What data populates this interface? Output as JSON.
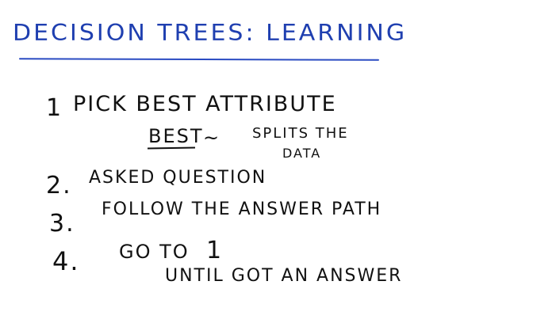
{
  "title": "Decision Trees: Learning",
  "steps": [
    {
      "number": "1",
      "text": "Pick Best Attribute"
    },
    {
      "number": "2.",
      "text": "Asked Question"
    },
    {
      "number": "3.",
      "text": "Follow the Answer Path"
    },
    {
      "number": "4.",
      "text": "Go to",
      "target": "1"
    }
  ],
  "note": {
    "best": "Best",
    "tilde": "~",
    "splits": "Splits the",
    "data": "Data"
  },
  "until": "Until Got an Answer",
  "colors": {
    "title_ink": "#1f3fb0",
    "ink": "#111111",
    "background": "#ffffff"
  }
}
